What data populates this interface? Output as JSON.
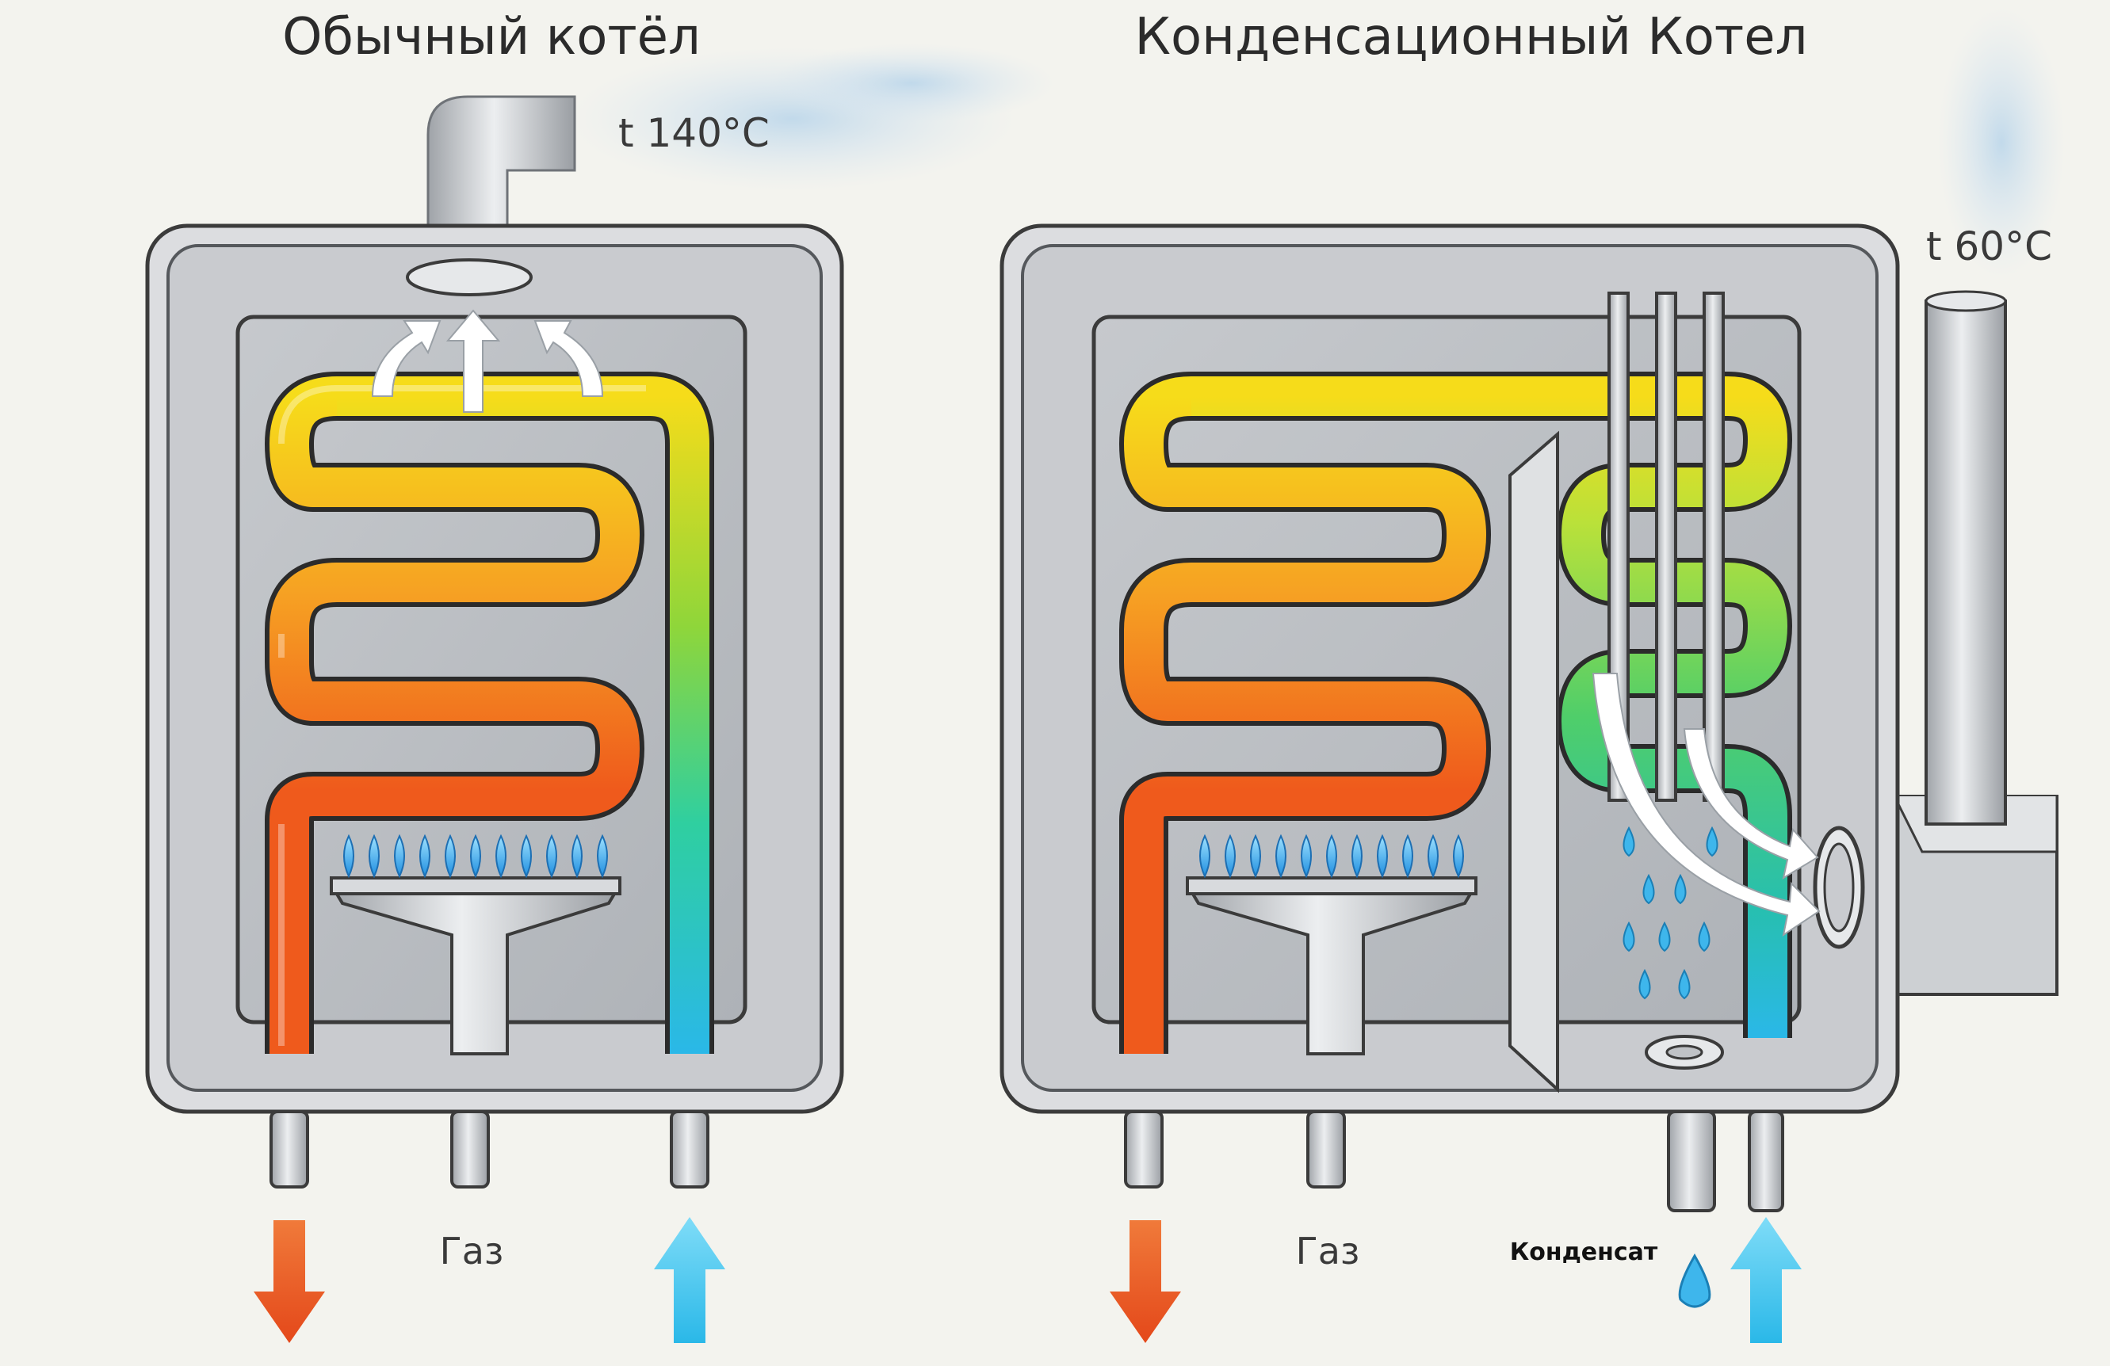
{
  "conventional": {
    "title": "Обычный котёл",
    "exhaust_temp": "t 140°C",
    "gas_label": "Газ"
  },
  "condensing": {
    "title": "Конденсационный Котел",
    "exhaust_temp": "t 60°C",
    "gas_label": "Газ",
    "condensate_label": "Конденсат"
  },
  "colors": {
    "background": "#f3f3ee",
    "casing": "#d9dadc",
    "inner_chamber": "#b9bcc0",
    "hot_pipe": "#ef5a1c",
    "warm_pipe": "#f6a123",
    "mid_pipe": "#f6dc1a",
    "cool_pipe": "#58cf5a",
    "cold_pipe": "#2ab8e8",
    "flame": "#2fa9ea",
    "out_arrow": "#ee5a1a",
    "in_arrow": "#3cc7f0"
  }
}
